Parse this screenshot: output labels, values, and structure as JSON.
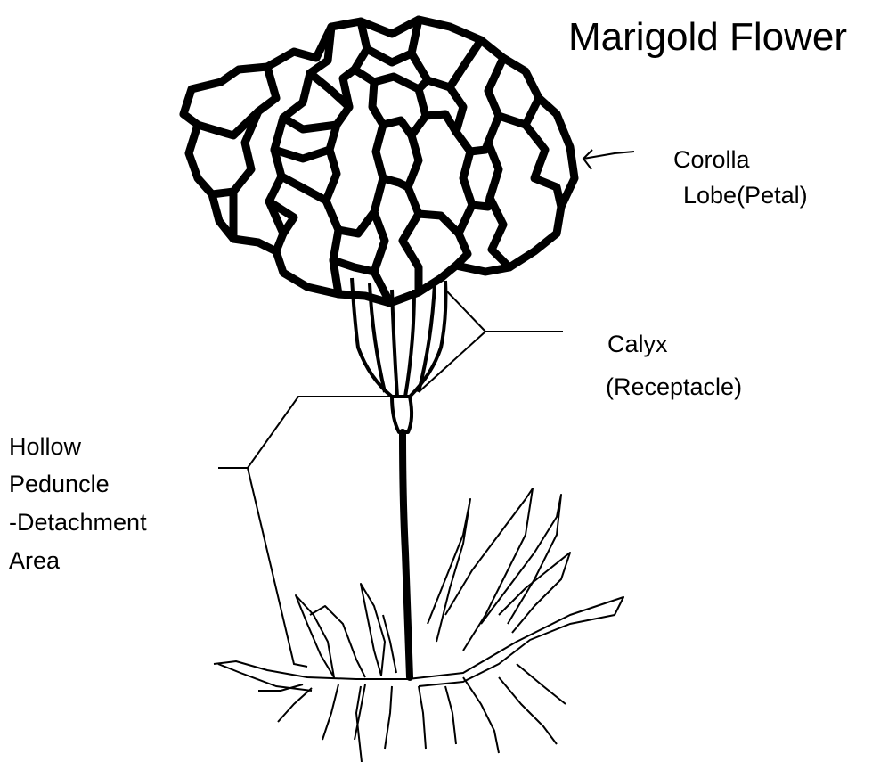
{
  "title": "Marigold Flower",
  "labels": {
    "corolla_line1": "Corolla",
    "corolla_line2": "Lobe(Petal)",
    "calyx_line1": "Calyx",
    "calyx_line2": "(Receptacle)",
    "peduncle_line1": "Hollow",
    "peduncle_line2": "Peduncle",
    "peduncle_line3": "-Detachment",
    "peduncle_line4": "Area"
  },
  "colors": {
    "ink": "#000000",
    "background": "#ffffff"
  }
}
